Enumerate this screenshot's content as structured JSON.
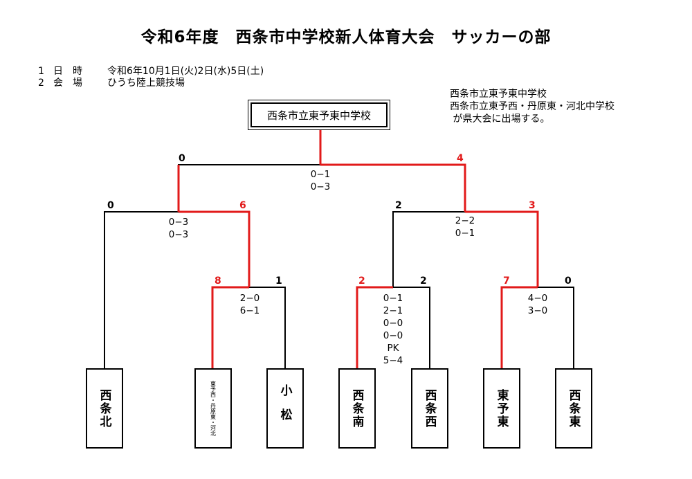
{
  "title": "令和6年度　西条市中学校新人体育大会　サッカーの部",
  "info": [
    {
      "num": "1",
      "label": "日　時",
      "value": "令和6年10月1日(火)2日(水)5日(土)"
    },
    {
      "num": "2",
      "label": "会　場",
      "value": "ひうち陸上競技場"
    }
  ],
  "note": [
    "西条市立東予東中学校",
    "西条市立東予西・丹原東・河北中学校",
    " が県大会に出場する。"
  ],
  "champion": "西条市立東予東中学校",
  "colors": {
    "winner_line": "#e21a1a",
    "line": "#000000"
  },
  "teams": [
    "西条北",
    "東予西・丹原東・河北",
    "小松",
    "西条南",
    "西条西",
    "東予東",
    "西条東"
  ],
  "scores": {
    "final_left": "0",
    "final_right": "4",
    "sf1_left": "0",
    "sf1_right": "6",
    "sf2_left": "2",
    "sf2_right": "3",
    "qf1_left": "8",
    "qf1_right": "1",
    "qf2_left": "2",
    "qf2_right": "2",
    "qf3_left": "7",
    "qf3_right": "0"
  },
  "results": {
    "final": [
      "0−1",
      "0−3"
    ],
    "sf1": [
      "0−3",
      "0−3"
    ],
    "sf2": [
      "2−2",
      "0−1"
    ],
    "qf1": [
      "2−0",
      "6−1"
    ],
    "qf2": [
      "0−1",
      "2−1",
      "0−0",
      "0−0",
      "PK",
      "5−4"
    ],
    "qf3": [
      "4−0",
      "3−0"
    ]
  }
}
